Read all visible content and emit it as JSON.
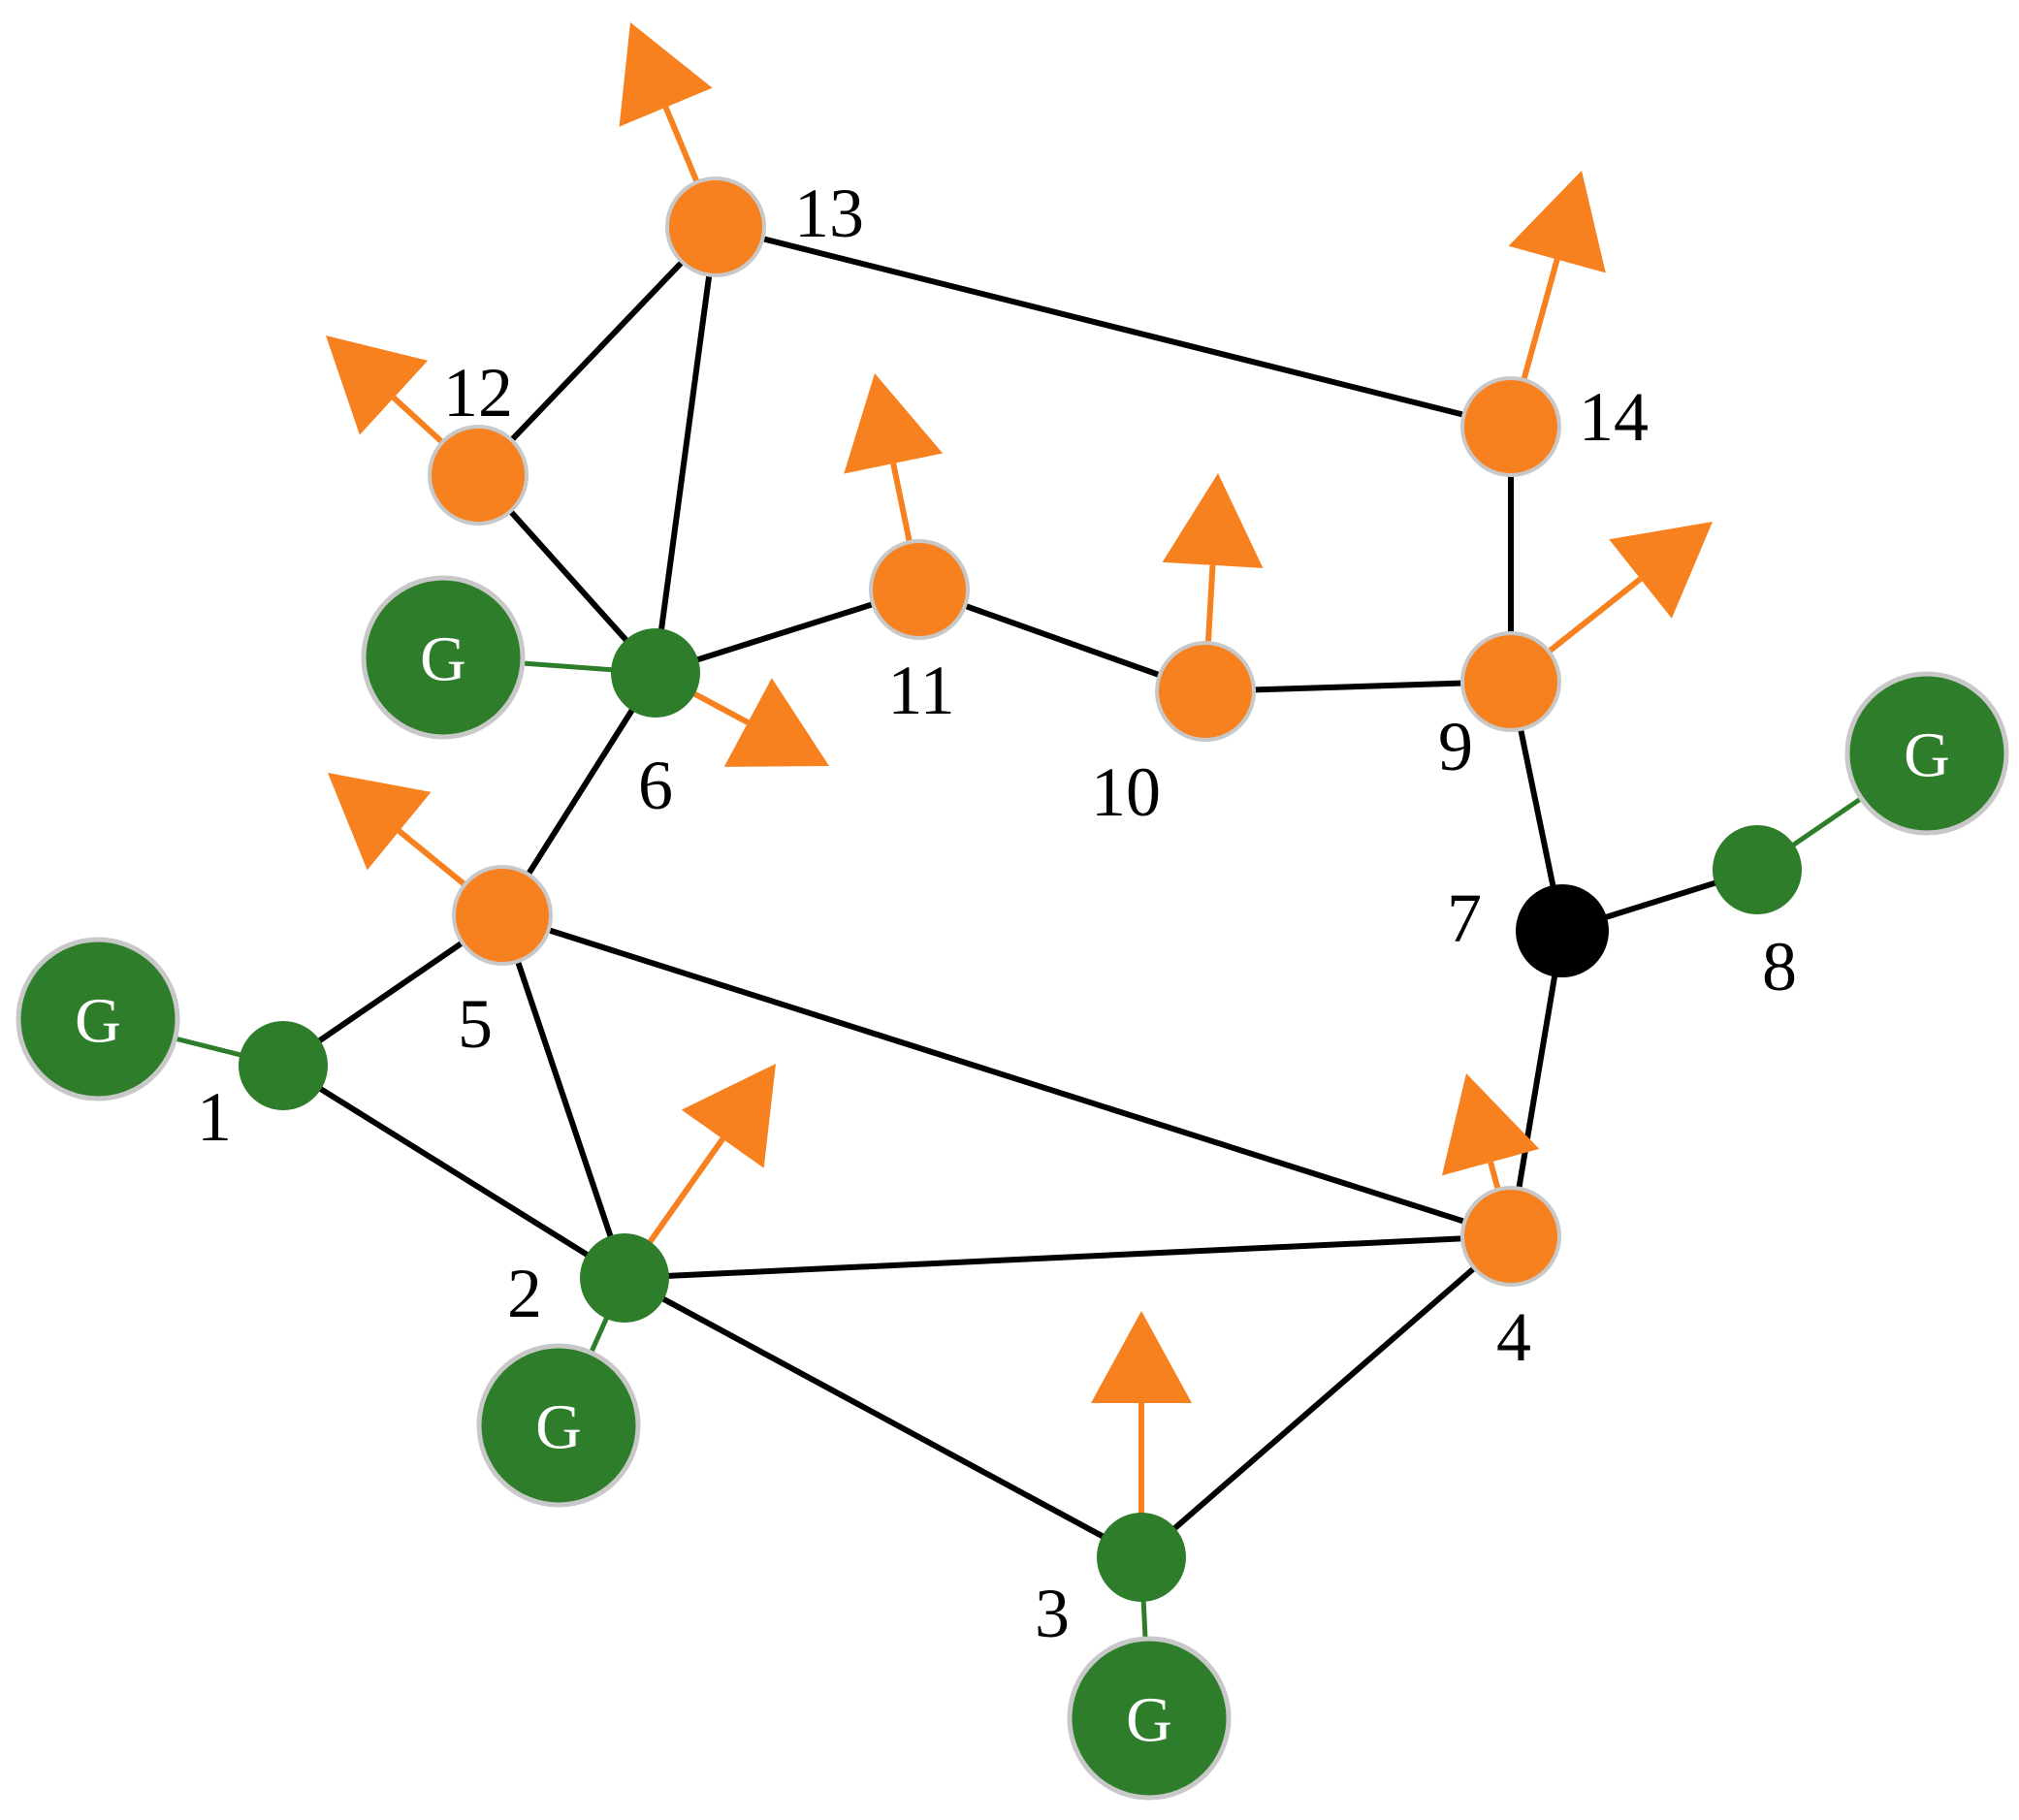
{
  "diagram": {
    "buses": [
      {
        "id": "1",
        "kind": "generator"
      },
      {
        "id": "2",
        "kind": "generator"
      },
      {
        "id": "3",
        "kind": "generator"
      },
      {
        "id": "4",
        "kind": "load"
      },
      {
        "id": "5",
        "kind": "load"
      },
      {
        "id": "6",
        "kind": "generator"
      },
      {
        "id": "7",
        "kind": "plain"
      },
      {
        "id": "8",
        "kind": "generator"
      },
      {
        "id": "9",
        "kind": "load"
      },
      {
        "id": "10",
        "kind": "load"
      },
      {
        "id": "11",
        "kind": "load"
      },
      {
        "id": "12",
        "kind": "load"
      },
      {
        "id": "13",
        "kind": "load"
      },
      {
        "id": "14",
        "kind": "load"
      }
    ],
    "lines": [
      [
        "1",
        "2"
      ],
      [
        "1",
        "5"
      ],
      [
        "2",
        "3"
      ],
      [
        "2",
        "4"
      ],
      [
        "2",
        "5"
      ],
      [
        "3",
        "4"
      ],
      [
        "4",
        "5"
      ],
      [
        "4",
        "7"
      ],
      [
        "5",
        "6"
      ],
      [
        "6",
        "11"
      ],
      [
        "6",
        "12"
      ],
      [
        "6",
        "13"
      ],
      [
        "7",
        "8"
      ],
      [
        "7",
        "9"
      ],
      [
        "9",
        "10"
      ],
      [
        "9",
        "14"
      ],
      [
        "10",
        "11"
      ],
      [
        "12",
        "13"
      ],
      [
        "13",
        "14"
      ]
    ],
    "generator_symbol": "G",
    "generators_at": [
      "1",
      "2",
      "3",
      "6",
      "8"
    ],
    "loads_at": [
      "2",
      "3",
      "4",
      "5",
      "6",
      "9",
      "10",
      "11",
      "12",
      "13",
      "14"
    ],
    "colors": {
      "generator": "#2e7d2a",
      "load": "#f7801f",
      "plain_bus": "#000000",
      "line": "#000000"
    }
  }
}
